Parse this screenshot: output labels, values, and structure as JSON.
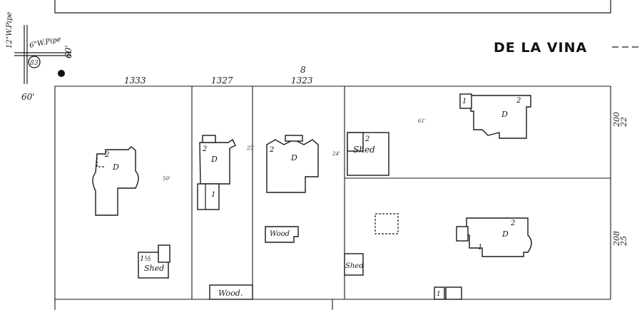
{
  "street": {
    "name": "DE LA VINA"
  },
  "pipes": {
    "pipe_12": "12\"W.Pipe",
    "pipe_6": "6\"W.Pipe",
    "hydrant": "83",
    "width_60a": "60'",
    "width_60b": "60'"
  },
  "block": {
    "number": "8"
  },
  "addresses": [
    "1333",
    "1327",
    "1323"
  ],
  "right_addresses": [
    {
      "top": "200",
      "bottom": "22"
    },
    {
      "top": "208",
      "bottom": "25"
    }
  ],
  "buildings": {
    "d1": "D",
    "d2": "D",
    "d3": "D",
    "d4": "D",
    "d5": "D",
    "shed1": "Shed",
    "shed2": "Shed",
    "shed3": "Shed",
    "wood1": "Wood.",
    "wood2": "Wood",
    "stories": {
      "s1": "2",
      "s2": "2",
      "s3": "2",
      "s4": "1",
      "s5": "2",
      "s6": "1",
      "s7": "1½",
      "s8": "2",
      "s9": "1",
      "s10": "2",
      "s11": "1"
    }
  },
  "dims": {
    "d50": "50'",
    "d61": "61'",
    "d25": "25'",
    "d24": "24'"
  }
}
